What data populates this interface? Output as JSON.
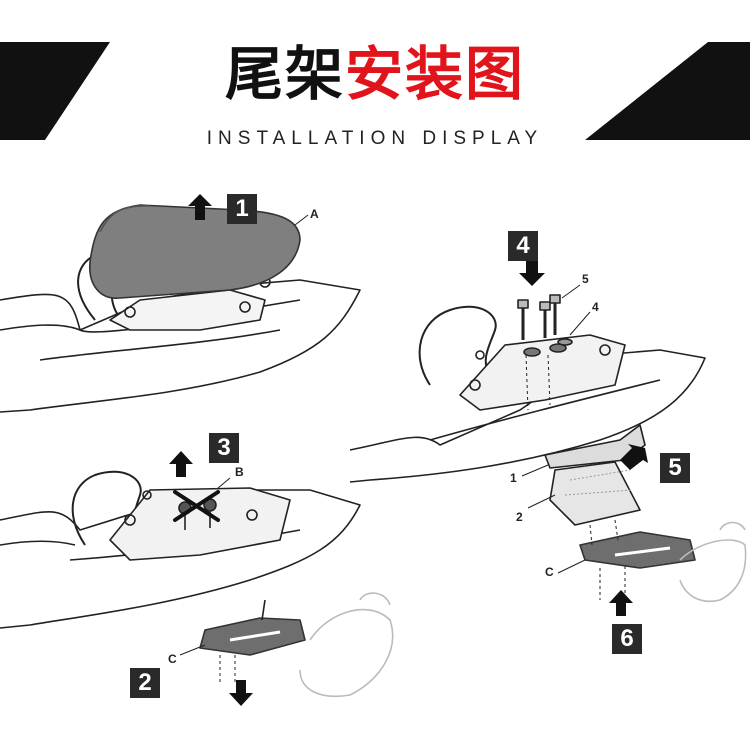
{
  "header": {
    "title_black": "尾架",
    "title_red": "安装图",
    "subtitle": "INSTALLATION DISPLAY"
  },
  "steps": [
    "1",
    "2",
    "3",
    "4",
    "5",
    "6"
  ],
  "labels": {
    "a": "A",
    "b": "B",
    "c1": "C",
    "c2": "C",
    "n1": "1",
    "n2": "2",
    "n4": "4",
    "n5": "5"
  },
  "colors": {
    "accent": "#e2141b",
    "dark": "#111111",
    "step_box": "#2a2a2a"
  }
}
